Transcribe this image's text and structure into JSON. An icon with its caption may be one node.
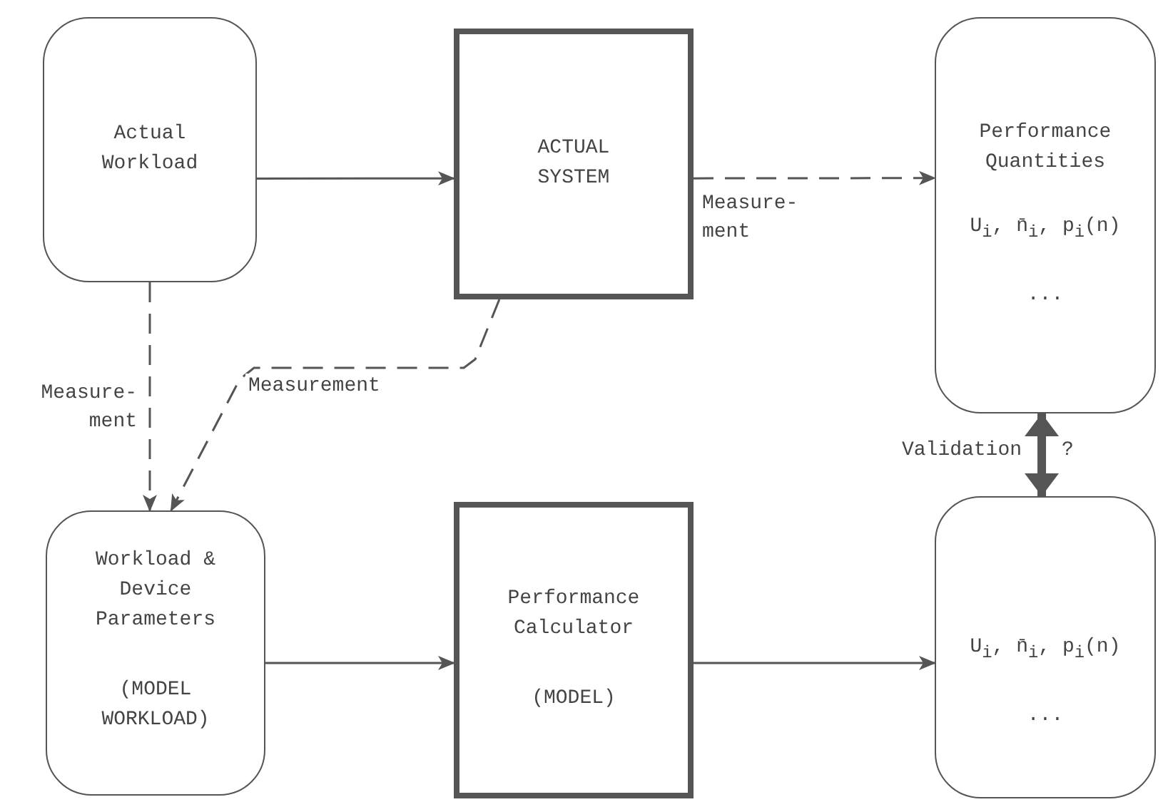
{
  "diagram": {
    "nodes": [
      {
        "text": [
          "Actual Workload"
        ]
      },
      {
        "text": [
          "ACTUAL SYSTEM"
        ]
      },
      {
        "text": [
          "Performance Quantities",
          "U$_{i}$, n̄$_{i}$, p$_{i}$(n)",
          "..."
        ]
      },
      {
        "text": [
          "Workload & Device Parameters",
          "(MODEL WORKLOAD)"
        ]
      },
      {
        "text": [
          "Performance Calculator",
          "(MODEL)"
        ]
      },
      {
        "text": [
          "U$_{i}$, n̄$_{i}$, p$_{i}$(n)",
          "..."
        ]
      }
    ],
    "edges": [
      {
        "from": 0,
        "to": 1,
        "arrow": "to"
      },
      {
        "from": 1,
        "to": 2,
        "arrow": "to",
        "style": "dashed",
        "label": "Measure- ment"
      },
      {
        "from": 0,
        "to": 3,
        "arrow": "to",
        "style": "dashed",
        "label": "Measure- ment"
      },
      {
        "from": 1,
        "to": 3,
        "arrow": "to",
        "style": "dashed",
        "label": "Measurement"
      },
      {
        "from": 3,
        "to": 4,
        "arrow": "to"
      },
      {
        "from": 4,
        "to": 5,
        "arrow": "to"
      },
      {
        "from": 5,
        "to": 2,
        "arrow": "both",
        "style": "thick",
        "label": "Validation"
      }
    ],
    "labels": [
      "?"
    ]
  }
}
